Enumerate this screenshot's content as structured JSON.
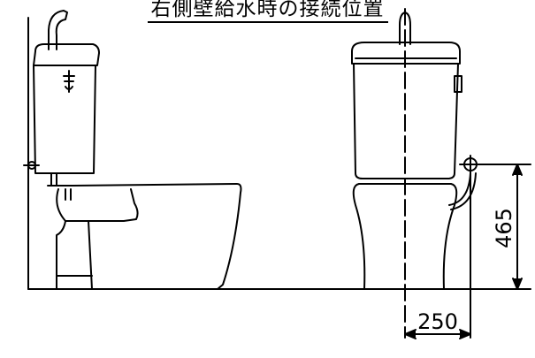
{
  "title": "右側壁給水時の接続位置",
  "dimensions": {
    "height_value": "465",
    "width_value": "250"
  },
  "colors": {
    "line": "#000000",
    "background": "#ffffff"
  }
}
